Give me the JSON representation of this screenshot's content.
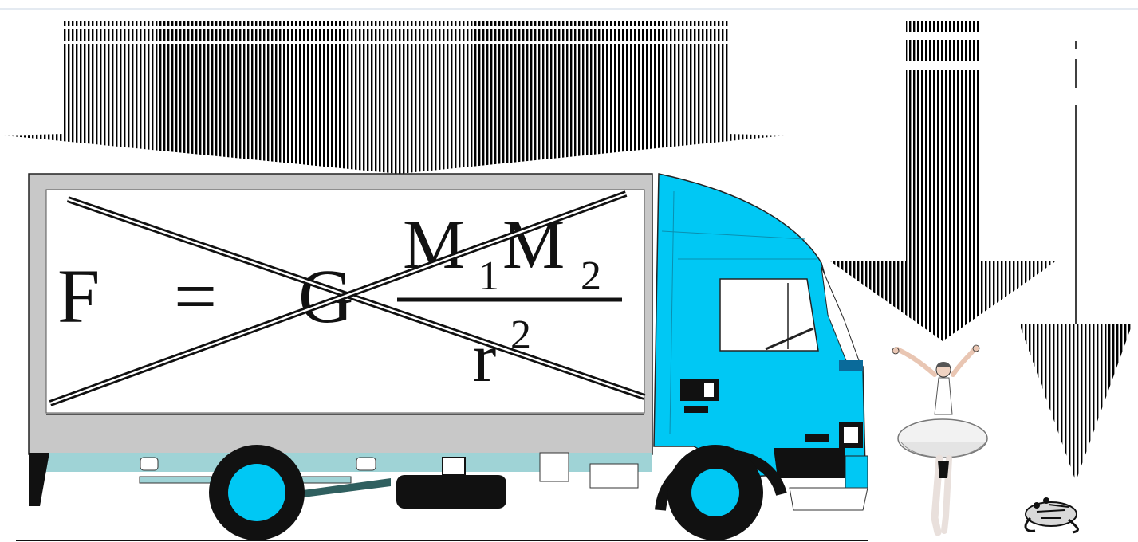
{
  "formula": {
    "F": "F",
    "equals": "=",
    "G": "G",
    "M1": "M",
    "M1_sub": "1",
    "M2": "M",
    "M2_sub": "2",
    "r": "r",
    "r_sup": "2",
    "crossed_out": true
  },
  "arrows": [
    {
      "name": "large-arrow",
      "size_rank": 1
    },
    {
      "name": "medium-arrow",
      "size_rank": 2
    },
    {
      "name": "small-arrow",
      "size_rank": 3
    }
  ],
  "objects": [
    {
      "name": "truck",
      "color": "#00c8f4"
    },
    {
      "name": "ballerina"
    },
    {
      "name": "frog"
    }
  ],
  "colors": {
    "truck_cab": "#00c8f4",
    "truck_box": "#c8c8c8",
    "truck_chassis": "#9fd3d6",
    "stripes": "#000000"
  }
}
